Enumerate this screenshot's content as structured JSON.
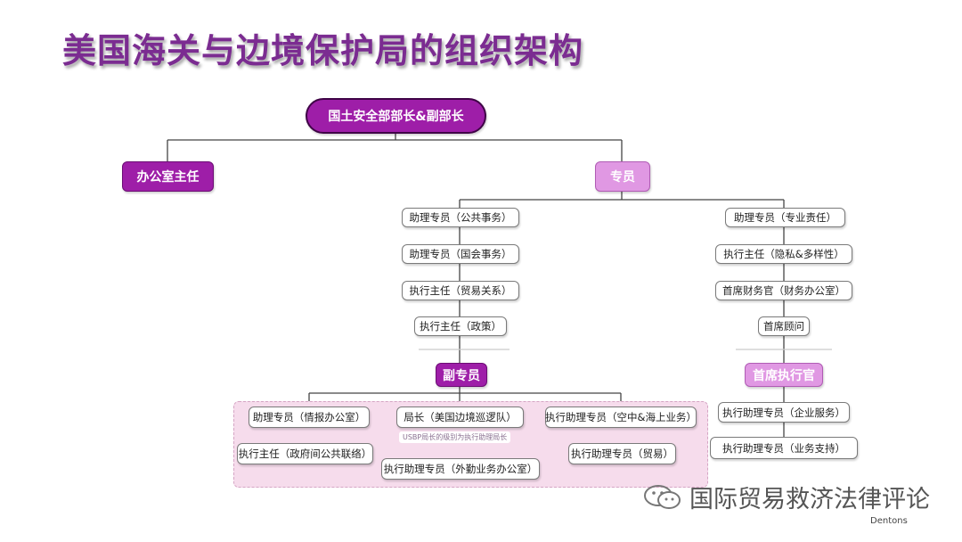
{
  "title": "美国海关与边境保护局的组织架构",
  "root": "国土安全部部长&副部长",
  "office_director": "办公室主任",
  "commissioner": "专员",
  "commissioner_left": [
    "助理专员（公共事务）",
    "助理专员（国会事务）",
    "执行主任（贸易关系）",
    "执行主任（政策）"
  ],
  "commissioner_right": [
    "助理专员（专业责任）",
    "执行主任（隐私&多样性）",
    "首席财务官（财务办公室）",
    "首席顾问"
  ],
  "deputy_commissioner": "副专员",
  "deputy_children": {
    "col1": [
      "助理专员（情报办公室）",
      "执行主任（政府间公共联络）"
    ],
    "col2": [
      "局长（美国边境巡逻队）",
      "执行助理专员（外勤业务办公室）"
    ],
    "col3": [
      "执行助理专员（空中&海上业务）",
      "执行助理专员（贸易）"
    ]
  },
  "note": "USBP局长的级别为执行助理局长",
  "ceo": "首席执行官",
  "ceo_children": [
    "执行助理专员（企业服务）",
    "执行助理专员（业务支持）"
  ],
  "watermark": "国际贸易救济法律评论",
  "watermark_icon": "wechat-icon",
  "source": "Dentons",
  "colors": {
    "title": "#7b2c91",
    "dark_purple": "#9e1ea8",
    "light_purple": "#e098e3",
    "deputy_zone": "#f6dcec"
  }
}
